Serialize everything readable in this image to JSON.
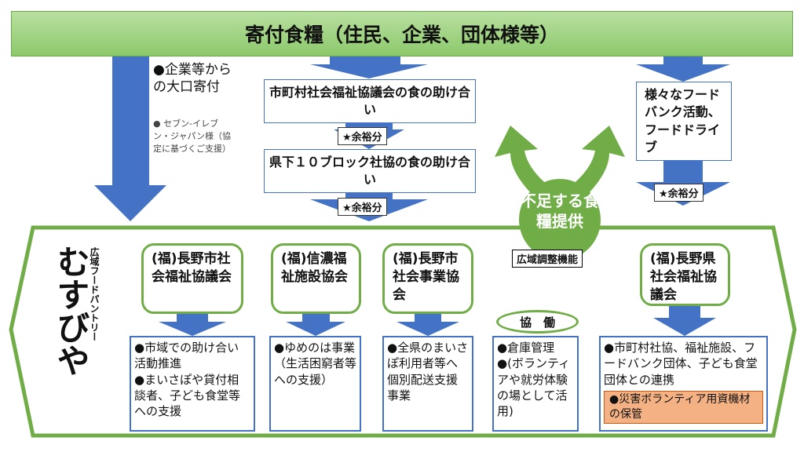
{
  "banner": "寄付食糧（住民、企業、団体様等）",
  "left_note": {
    "main": "●企業等からの大口寄付",
    "sub": "● セブン-イレブン・ジャパン様（協定に基づくご支援）"
  },
  "flow": {
    "box1": "市町村社会福祉協議会の食の助け合い",
    "star1": "★余裕分",
    "box2": "県下１０ブロック社協の食の助け合い",
    "star2": "★余裕分",
    "right_box": "様々なフードバンク活動、フードドライブ",
    "star3": "★余裕分"
  },
  "center": {
    "title": "不足する食糧提供",
    "label": "広域調整機能"
  },
  "brand": {
    "sub": "広域フードパントリー",
    "name": "むすびや"
  },
  "collab": "協　働",
  "orgs": [
    {
      "name": "(福)長野市社会福祉協議会",
      "items": [
        "●市域での助け合い活動推進",
        "●まいさぽや貸付相談者、子ども食堂等への支援"
      ]
    },
    {
      "name": "(福)信濃福祉施設協会",
      "items": [
        "●ゆめのは事業（生活困窮者等への支援）"
      ]
    },
    {
      "name": "(福)長野市社会事業協会",
      "items": [
        "●全県のまいさぽ利用者等へ個別配送支援事業"
      ]
    },
    {
      "items": [
        "●倉庫管理",
        "●(ボランティアや就労体験の場として活用)"
      ]
    },
    {
      "name": "(福)長野県社会福祉協議会",
      "items": [
        "●市町村社協、福祉施設、フードバンク団体、子ども食堂団体との連携"
      ],
      "highlight": "●災害ボランティア用資機材の保管"
    }
  ],
  "colors": {
    "green": "#70ad47",
    "blue": "#4472c4",
    "orange": "#f4b183"
  }
}
